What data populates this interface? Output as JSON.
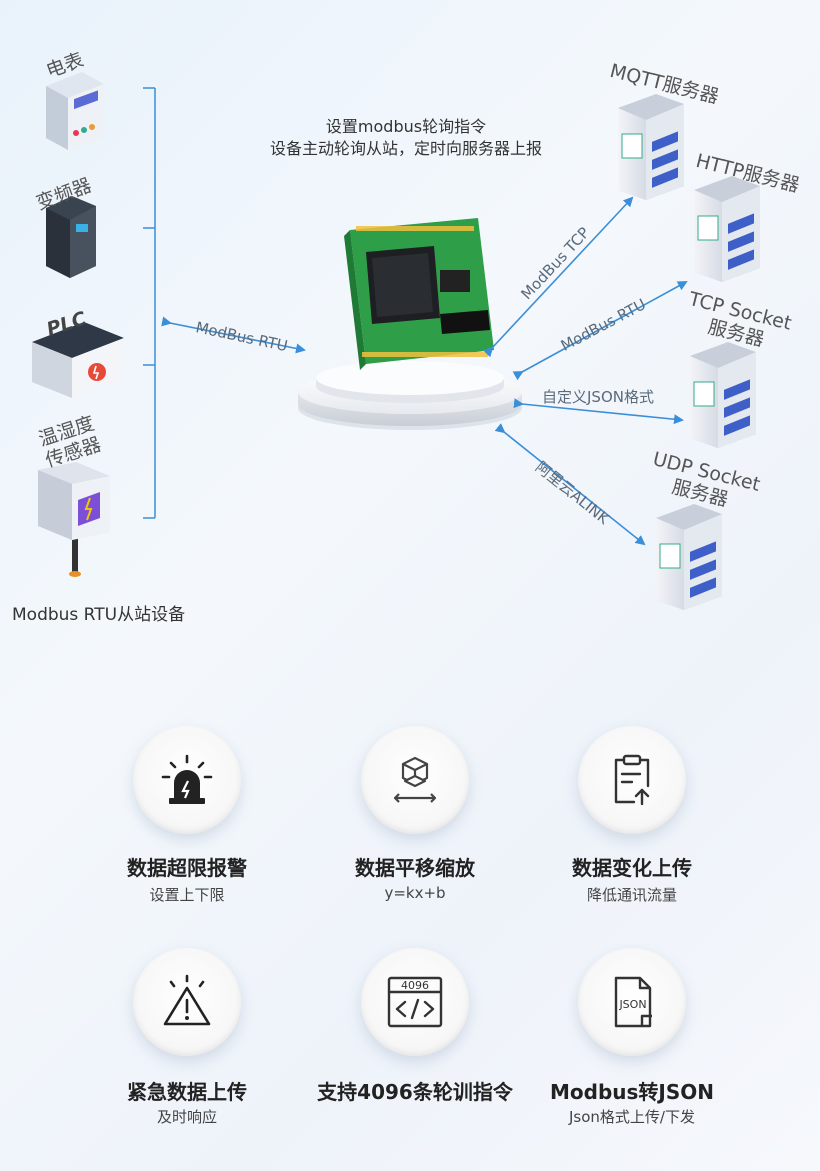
{
  "diagram": {
    "left_devices": [
      {
        "label": "电表",
        "icon": "meter-icon"
      },
      {
        "label": "变频器",
        "icon": "inverter-icon"
      },
      {
        "label": "PLC",
        "icon": "plc-icon"
      },
      {
        "label": "温湿度\n传感器",
        "icon": "sensor-icon"
      }
    ],
    "left_caption": "Modbus RTU从站设备",
    "left_link_label": "ModBus RTU",
    "center_line1": "设置modbus轮询指令",
    "center_line2": "设备主动轮询从站，定时向服务器上报",
    "servers": [
      {
        "label": "MQTT服务器"
      },
      {
        "label": "HTTP服务器"
      },
      {
        "label_line1": "TCP Socket",
        "label_line2": "服务器"
      },
      {
        "label_line1": "UDP Socket",
        "label_line2": "服务器"
      }
    ],
    "links": [
      "ModBus TCP",
      "ModBus RTU",
      "自定义JSON格式",
      "阿里云ALINK"
    ],
    "colors": {
      "arrow": "#3a8fd8",
      "bracket": "#3a8fd8",
      "pcb": "#2e9e48"
    }
  },
  "features": [
    {
      "title": "数据超限报警",
      "subtitle": "设置上下限",
      "icon": "alarm-light-icon"
    },
    {
      "title": "数据平移缩放",
      "subtitle": "y=kx+b",
      "icon": "scale-shift-icon"
    },
    {
      "title": "数据变化上传",
      "subtitle": "降低通讯流量",
      "icon": "clipboard-upload-icon"
    },
    {
      "title": "紧急数据上传",
      "subtitle": "及时响应",
      "icon": "warning-triangle-icon"
    },
    {
      "title": "支持4096条轮训指令",
      "subtitle": "",
      "icon": "code-4096-icon",
      "icon_text": "4096"
    },
    {
      "title": "Modbus转JSON",
      "subtitle": "Json格式上传/下发",
      "icon": "json-file-icon",
      "icon_text": "JSON"
    }
  ]
}
